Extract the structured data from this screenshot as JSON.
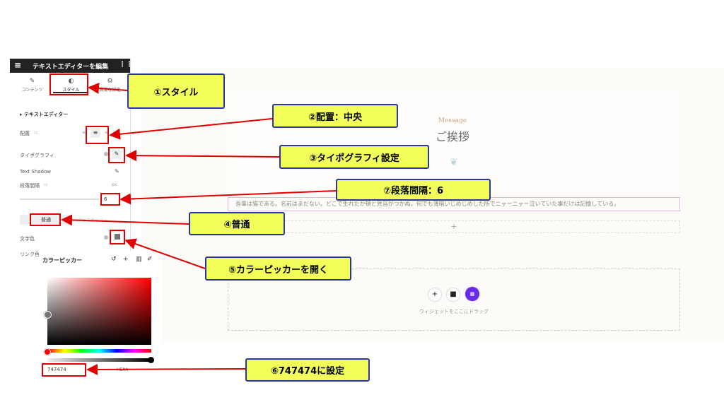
{
  "panel": {
    "title": "テキストエディターを編集",
    "tabs": [
      {
        "label": "コンテンツ",
        "icon": "pencil-icon"
      },
      {
        "label": "スタイル",
        "icon": "contrast-icon"
      },
      {
        "label": "高度な設定",
        "icon": "gear-icon"
      }
    ],
    "section_title": "テキストエディター",
    "rows": {
      "align": "配置",
      "typography": "タイポグラフィ",
      "text_shadow": "Text Shadow",
      "paragraph_spacing": "段落間隔",
      "paragraph_spacing_value": "6",
      "paragraph_spacing_unit": "px",
      "normal_tab": "普通",
      "hover_tab": "マウスオーバー",
      "text_color": "文字色",
      "link_color": "リンク色"
    }
  },
  "picker": {
    "title": "カラーピッカー",
    "hex_value": "747474",
    "hex_label": "HEXA"
  },
  "canvas": {
    "message_en": "Message",
    "message_ja": "ご挨拶",
    "paragraph": "吾輩は猫である。名前はまだない。どこで生れたか頓と見当がつかぬ。何でも薄暗いじめじめした所でニャーニャー泣いていた事だけは記憶している。",
    "add_plus": "+",
    "drop_text": "ウィジェットをここにドラッグ"
  },
  "callouts": {
    "c1": "①スタイル",
    "c2": "②配置：中央",
    "c3": "③タイポグラフィ設定",
    "c7": "⑦段落間隔：6",
    "c4": "④普通",
    "c5": "⑤カラーピッカーを開く",
    "c6": "⑥747474に設定"
  },
  "colors": {
    "callout_bg": "#f2ff5a",
    "callout_border": "#2a35a8",
    "highlight": "#e00000",
    "accent_purple": "#6a2be8"
  }
}
